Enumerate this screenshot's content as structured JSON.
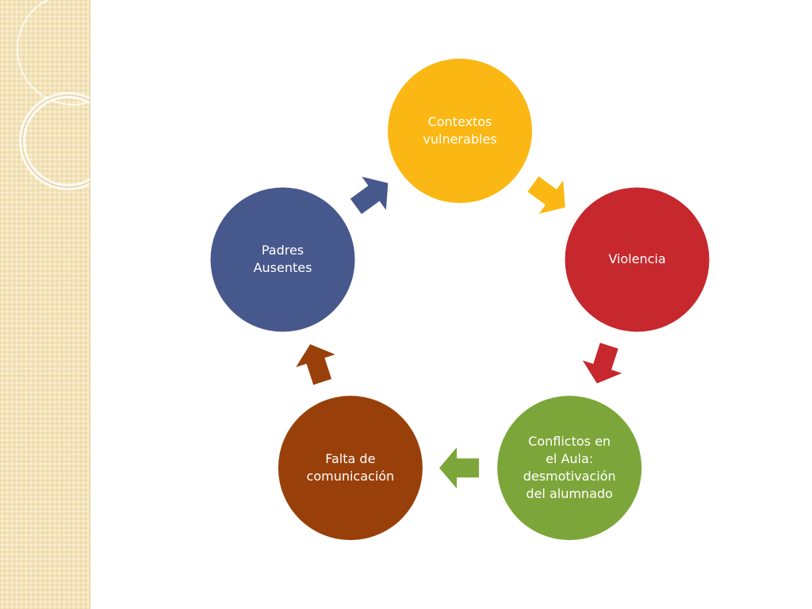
{
  "diagram": {
    "type": "cycle",
    "nodes": [
      {
        "id": "contextos",
        "label": "Contextos\nvulnerables",
        "color": "#fbb713"
      },
      {
        "id": "violencia",
        "label": "Violencia",
        "color": "#c6282e"
      },
      {
        "id": "conflictos",
        "label": "Conflictos en\nel Aula:\ndesmotivación\ndel alumnado",
        "color": "#7da63a"
      },
      {
        "id": "falta",
        "label": "Falta de\ncomunicación",
        "color": "#99400a"
      },
      {
        "id": "padres",
        "label": "Padres\nAusentes",
        "color": "#47588c"
      }
    ],
    "edges": [
      {
        "from": "contextos",
        "to": "violencia"
      },
      {
        "from": "violencia",
        "to": "conflictos"
      },
      {
        "from": "conflictos",
        "to": "falta"
      },
      {
        "from": "falta",
        "to": "padres"
      },
      {
        "from": "padres",
        "to": "contextos"
      }
    ]
  }
}
